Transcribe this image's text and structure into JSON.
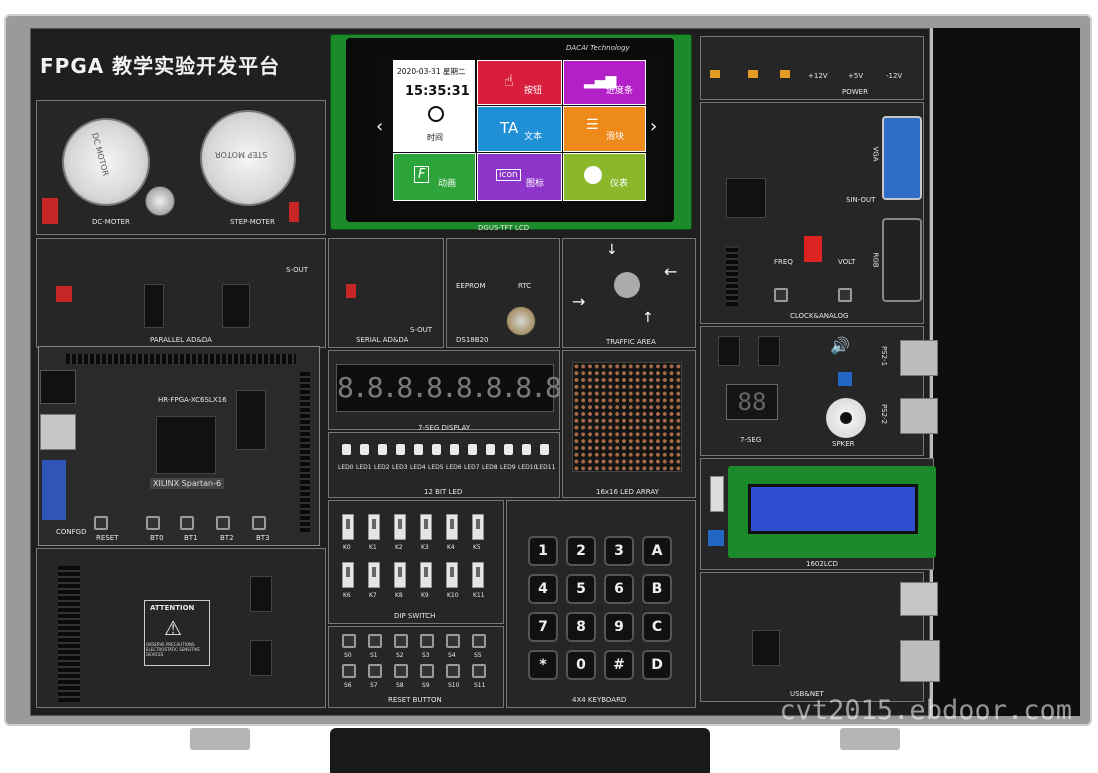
{
  "board": {
    "title": "FPGA 教学实验开发平台",
    "watermark": "cvt2015.ebdoor.com"
  },
  "lcd": {
    "brand": "DACAI Technology",
    "label": "DGUS-TFT LCD",
    "date": "2020-03-31 星期二",
    "time": "15:35:31",
    "clock_label": "时间",
    "tiles": [
      {
        "label": "按钮",
        "color": "#d81e3c"
      },
      {
        "label": "进度条",
        "color": "#b320c8"
      },
      {
        "label": "文本",
        "color": "#1f8fd6"
      },
      {
        "label": "滑块",
        "color": "#ee8a1a"
      },
      {
        "label": "动画",
        "color": "#2da43a"
      },
      {
        "label": "图标",
        "color": "#8c35c8"
      },
      {
        "label": "仪表",
        "color": "#8ab82a"
      }
    ],
    "tile_icons": {
      "anim": "F",
      "icon": "icon",
      "text": "TA"
    }
  },
  "sections": {
    "dc_motor": "DC-MOTER",
    "step_motor": "STEP-MOTER",
    "motor_dc_face": "DC MOTOR",
    "motor_step_face": "STEP MOTOR",
    "parallel": "PARALLEL AD&DA",
    "serial": "SERIAL AD&DA",
    "s_out": "S-OUT",
    "eeprom": "EEPROM",
    "rtc": "RTC",
    "ds18b20": "DS18B20",
    "traffic": "TRAFFIC AREA",
    "seven_seg_display": "7-SEG DISPLAY",
    "seven_seg_digits": "8.8.8.8.8.8.8.8.",
    "led12": "12 BIT LED",
    "led_array": "16x16 LED ARRAY",
    "dip": "DIP SWITCH",
    "reset": "RESET BUTTON",
    "keyboard": "4X4 KEYBOARD",
    "power": "POWER",
    "power_rails": [
      "+12V",
      "+5V",
      "-12V"
    ],
    "vga": "VGA",
    "rgb": "RGB",
    "clock_analog": "CLOCK&ANALOG",
    "freq": "FREQ",
    "volt": "VOLT",
    "sin_out": "SIN-OUT",
    "seg7": "7-SEG",
    "spker": "SPKER",
    "ps2_1": "PS2-1",
    "ps2_2": "PS2-2",
    "lcd1602": "1602LCD",
    "usb_net": "USB&NET",
    "attention": "ATTENTION",
    "attention_sub": "OBSERVE PRECAUTIONS ELECTROSTATIC SENSITIVE DEVICES",
    "fpga_module": "HR-FPGA-XC6SLX16",
    "xilinx": "XILINX  Spartan-6",
    "confgd": "CONFGD",
    "reset_btn": "RESET",
    "fpga_buttons": [
      "BT0",
      "BT1",
      "BT2",
      "BT3"
    ],
    "seg_small": "88"
  },
  "led_labels": [
    "LED0",
    "LED1",
    "LED2",
    "LED3",
    "LED4",
    "LED5",
    "LED6",
    "LED7",
    "LED8",
    "LED9",
    "LED10",
    "LED11"
  ],
  "dip_labels": [
    "K0",
    "K1",
    "K2",
    "K3",
    "K4",
    "K5",
    "K6",
    "K7",
    "K8",
    "K9",
    "K10",
    "K11"
  ],
  "reset_labels": [
    "S0",
    "S1",
    "S2",
    "S3",
    "S4",
    "S5",
    "S6",
    "S7",
    "S8",
    "S9",
    "S10",
    "S11"
  ],
  "keys": [
    "1",
    "2",
    "3",
    "A",
    "4",
    "5",
    "6",
    "B",
    "7",
    "8",
    "9",
    "C",
    "*",
    "0",
    "#",
    "D"
  ]
}
